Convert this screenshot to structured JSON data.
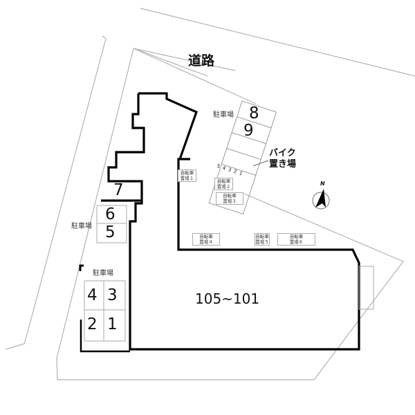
{
  "road_label": "道路",
  "building_label": "105~101",
  "north_label": "N",
  "parking_label": "駐車場",
  "parking": {
    "group_top": [
      "8",
      "9"
    ],
    "group_7": "7",
    "group_mid": [
      "6",
      "5"
    ],
    "group_bottom": [
      "4",
      "3",
      "2",
      "1"
    ]
  },
  "bike_area": {
    "label_line1": "バイク",
    "label_line2": "置き場",
    "slots": [
      "5",
      "4",
      "3",
      "2",
      "1"
    ]
  },
  "bicycle_parking": [
    {
      "line1": "自転車",
      "line2": "置場１"
    },
    {
      "line1": "自転車",
      "line2": "置場２"
    },
    {
      "line1": "自転車",
      "line2": "置場３"
    },
    {
      "line1": "自転車",
      "line2": "置場４"
    },
    {
      "line1": "自転車",
      "line2": "置場５"
    },
    {
      "line1": "自転車",
      "line2": "置場６"
    }
  ],
  "colors": {
    "building_outline": "#000000",
    "lot_outline": "#b3b3b3",
    "background": "#ffffff"
  }
}
